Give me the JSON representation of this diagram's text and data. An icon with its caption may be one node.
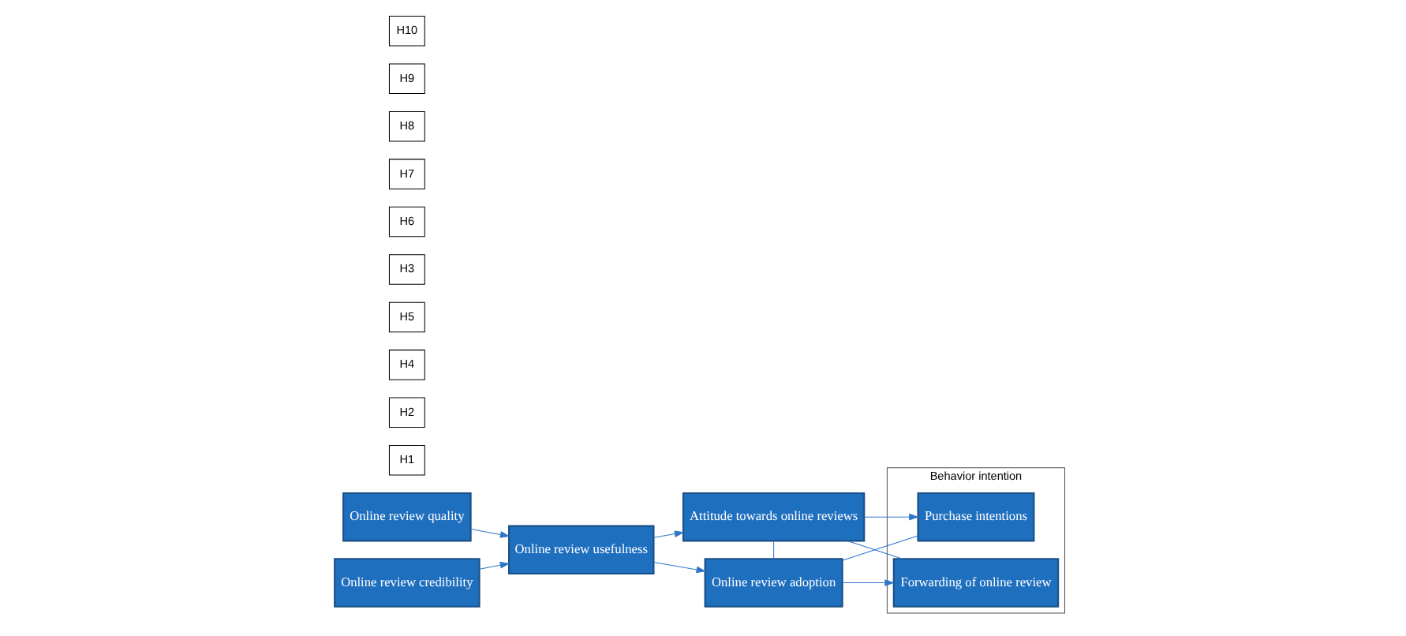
{
  "diagram": {
    "nodes": [
      {
        "text": [
          "Online review quality"
        ]
      },
      {
        "text": [
          "H1"
        ]
      },
      {
        "text": [
          "Online review credibility"
        ]
      },
      {
        "text": [
          "H2"
        ]
      },
      {
        "text": [
          "Online review usefulness"
        ]
      },
      {
        "text": [
          "H4"
        ]
      },
      {
        "text": [
          "H5"
        ]
      },
      {
        "text": [
          "H3"
        ]
      },
      {
        "text": [
          "Attitude towards online reviews"
        ]
      },
      {
        "text": [
          "H6"
        ]
      },
      {
        "text": [
          "Online review adoption"
        ]
      },
      {
        "text": [
          "H7"
        ]
      },
      {
        "text": [
          "H8"
        ]
      },
      {
        "text": [
          "H9"
        ]
      },
      {
        "text": [
          "H10"
        ]
      },
      {
        "text": [
          "Behavior intention"
        ]
      },
      {
        "text": [
          "Purchase intentions"
        ],
        "in": 15
      },
      {
        "text": [
          "Forwarding of online review"
        ],
        "in": 15
      }
    ],
    "edges": [
      {
        "from": 0,
        "to": 4,
        "arrow": "to"
      },
      {
        "from": 2,
        "to": 4,
        "arrow": "to"
      },
      {
        "from": 4,
        "to": 8,
        "arrow": "to"
      },
      {
        "from": 4,
        "to": 10,
        "arrow": "to"
      },
      {
        "from": 8,
        "to": 10,
        "arrow": "none"
      },
      {
        "from": 8,
        "to": 16,
        "arrow": "to"
      },
      {
        "from": 8,
        "to": 17,
        "arrow": "none"
      },
      {
        "from": 10,
        "to": 17,
        "arrow": "to"
      },
      {
        "from": 10,
        "to": 16,
        "arrow": "none"
      }
    ]
  }
}
